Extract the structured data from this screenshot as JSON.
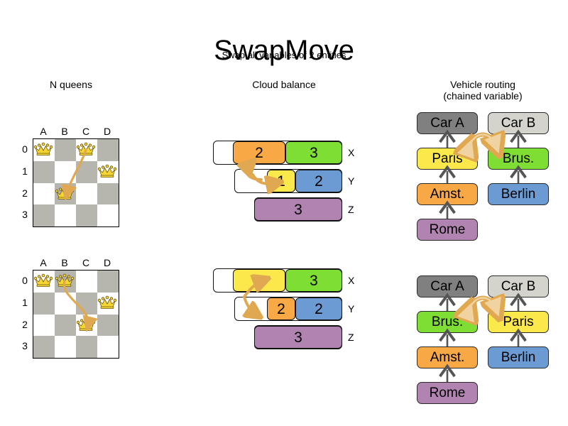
{
  "header": {
    "title": "SwapMove",
    "subtitle": "Swap all variables of 2 entities"
  },
  "columns": {
    "queens": {
      "label": "N queens"
    },
    "cloud": {
      "label": "Cloud balance"
    },
    "routing": {
      "label_line1": "Vehicle routing",
      "label_line2": "(chained variable)"
    }
  },
  "colors": {
    "orange": "#f9a846",
    "green": "#7ede33",
    "yellow": "#fbe84a",
    "blue": "#6b9bd2",
    "purple": "#b083b0",
    "car_a_gray": "#808080",
    "car_b_gray": "#d4d4cc",
    "board_dark": "#b6b6ae",
    "board_light": "#ffffff",
    "arrow": "#e0a951",
    "arrow_fill": "#f0d3a0",
    "chain_line": "#555555"
  },
  "queens": {
    "files": [
      "A",
      "B",
      "C",
      "D"
    ],
    "ranks": [
      "0",
      "1",
      "2",
      "3"
    ],
    "before": {
      "queens": [
        {
          "file": "A",
          "rank": "0"
        },
        {
          "file": "C",
          "rank": "0"
        },
        {
          "file": "D",
          "rank": "1"
        },
        {
          "file": "B",
          "rank": "2"
        }
      ],
      "move_arrow": {
        "from": "C0",
        "to": "B2"
      }
    },
    "after": {
      "queens": [
        {
          "file": "A",
          "rank": "0"
        },
        {
          "file": "B",
          "rank": "0"
        },
        {
          "file": "D",
          "rank": "1"
        },
        {
          "file": "C",
          "rank": "2"
        }
      ],
      "move_arrow": {
        "from": "B0",
        "to": "C2"
      }
    }
  },
  "cloud": {
    "before": {
      "rows": [
        {
          "tag": "X",
          "blocks": [
            {
              "value": "2",
              "color": "orange"
            },
            {
              "value": "3",
              "color": "green"
            }
          ]
        },
        {
          "tag": "Y",
          "blocks": [
            {
              "value": "1",
              "color": "yellow"
            },
            {
              "value": "2",
              "color": "blue"
            }
          ]
        },
        {
          "tag": "Z",
          "blocks": [
            {
              "value": "3",
              "color": "purple"
            }
          ]
        }
      ],
      "swap_arrow": {
        "between": [
          "X-orange-2",
          "Y-yellow-1"
        ]
      }
    },
    "after": {
      "rows": [
        {
          "tag": "X",
          "blocks": [
            {
              "value": "1",
              "color": "yellow"
            },
            {
              "value": "3",
              "color": "green"
            }
          ]
        },
        {
          "tag": "Y",
          "blocks": [
            {
              "value": "2",
              "color": "orange"
            },
            {
              "value": "2",
              "color": "blue"
            }
          ]
        },
        {
          "tag": "Z",
          "blocks": [
            {
              "value": "3",
              "color": "purple"
            }
          ]
        }
      ],
      "swap_arrow": {
        "between": [
          "X-yellow-1",
          "Y-orange-2"
        ]
      }
    }
  },
  "routing": {
    "before": {
      "left_chain": [
        "Car A",
        "Paris",
        "Amst.",
        "Rome"
      ],
      "right_chain": [
        "Car B",
        "Brus.",
        "Berlin"
      ],
      "swap_arrow": {
        "between": [
          "Paris",
          "Brus."
        ]
      }
    },
    "after": {
      "left_chain": [
        "Car A",
        "Brus.",
        "Amst.",
        "Rome"
      ],
      "right_chain": [
        "Car B",
        "Paris",
        "Berlin"
      ],
      "swap_arrow": {
        "between": [
          "Brus.",
          "Paris"
        ]
      }
    },
    "node_colors": {
      "Car A": "car_a_gray",
      "Car B": "car_b_gray",
      "Paris": "yellow",
      "Brus.": "green",
      "Amst.": "orange",
      "Berlin": "blue",
      "Rome": "purple"
    }
  }
}
